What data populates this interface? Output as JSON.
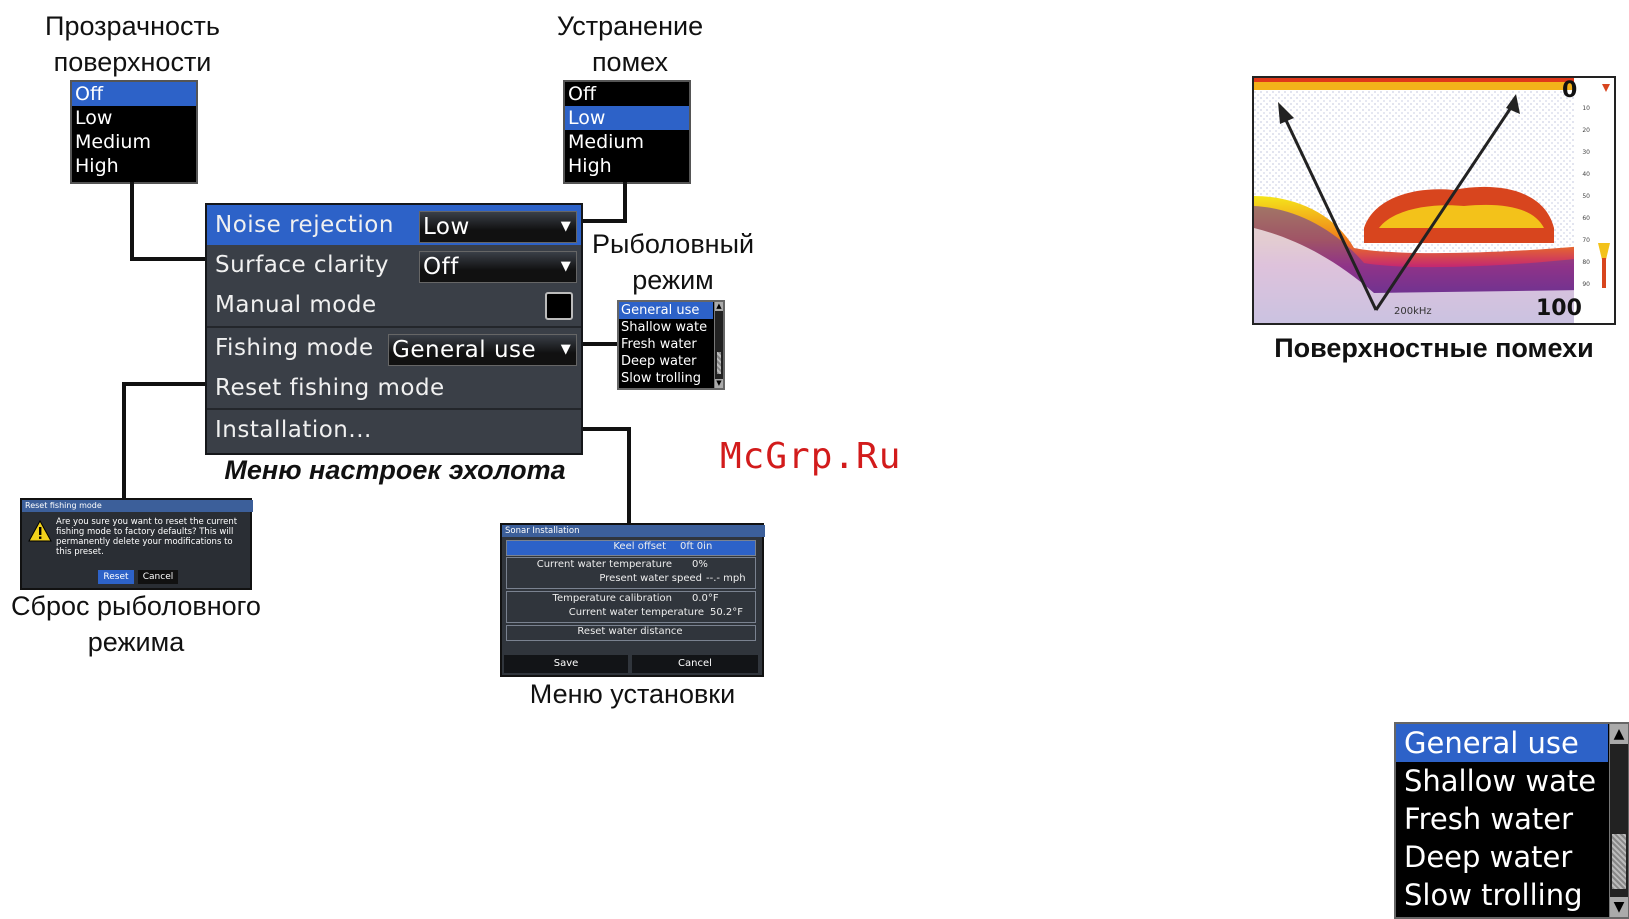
{
  "labels": {
    "surface_clarity_title": "Прозрачность поверхности",
    "noise_rejection_title": "Устранение помех",
    "fishing_mode_title": "Рыболовный режим",
    "menu_caption": "Меню настроек эхолота",
    "reset_caption": "Сброс рыболовного режима",
    "install_caption": "Меню установки",
    "surface_noise_caption": "Поверхностные помехи",
    "watermark": "McGrp.Ru"
  },
  "surface_clarity_list": {
    "options": [
      "Off",
      "Low",
      "Medium",
      "High"
    ],
    "selected": "Off"
  },
  "noise_rejection_list": {
    "options": [
      "Off",
      "Low",
      "Medium",
      "High"
    ],
    "selected": "Low"
  },
  "sonar_menu": {
    "noise_rejection": {
      "label": "Noise rejection",
      "value": "Low"
    },
    "surface_clarity": {
      "label": "Surface clarity",
      "value": "Off"
    },
    "manual_mode": {
      "label": "Manual mode",
      "checked": false
    },
    "fishing_mode": {
      "label": "Fishing mode",
      "value": "General use"
    },
    "reset_fishing_mode": {
      "label": "Reset fishing mode"
    },
    "installation": {
      "label": "Installation..."
    }
  },
  "fishing_mode_list": {
    "options": [
      "General use",
      "Shallow water",
      "Fresh water",
      "Deep water",
      "Slow trolling"
    ],
    "visible_text": [
      "General use",
      "Shallow wate",
      "Fresh water",
      "Deep water",
      "Slow trolling"
    ],
    "selected": "General use"
  },
  "fishing_mode_list_large": {
    "visible_text": [
      "General use",
      "Shallow wate",
      "Fresh water",
      "Deep water",
      "Slow trolling"
    ]
  },
  "reset_dialog": {
    "title": "Reset fishing mode",
    "message": "Are you sure you want to reset the current fishing mode to factory defaults? This will permanently delete your modifications to this preset.",
    "reset_button": "Reset",
    "cancel_button": "Cancel"
  },
  "installation_dialog": {
    "title": "Sonar Installation",
    "keel_offset_label": "Keel offset",
    "keel_offset_value": "0ft 0in",
    "current_water_temp_label_1": "Current water temperature",
    "current_water_temp_value_1": "0%",
    "water_speed_label": "Present water speed",
    "water_speed_value": "--.- mph",
    "temp_calibration_label": "Temperature calibration",
    "temp_calibration_value": "0.0°F",
    "current_water_temp_label_2": "Current water temperature",
    "current_water_temp_value_2": "50.2°F",
    "reset_water_distance": "Reset water distance",
    "save_button": "Save",
    "cancel_button": "Cancel"
  },
  "sonar_screen": {
    "depth_top": "0",
    "depth_bottom": "100",
    "frequency": "200kHz",
    "scale_ticks": [
      "10",
      "20",
      "30",
      "40",
      "50",
      "60",
      "70",
      "80",
      "90"
    ]
  },
  "colors": {
    "highlight": "#2d62c8",
    "menu_bg": "#3a3f47",
    "watermark": "#d21b1b"
  }
}
